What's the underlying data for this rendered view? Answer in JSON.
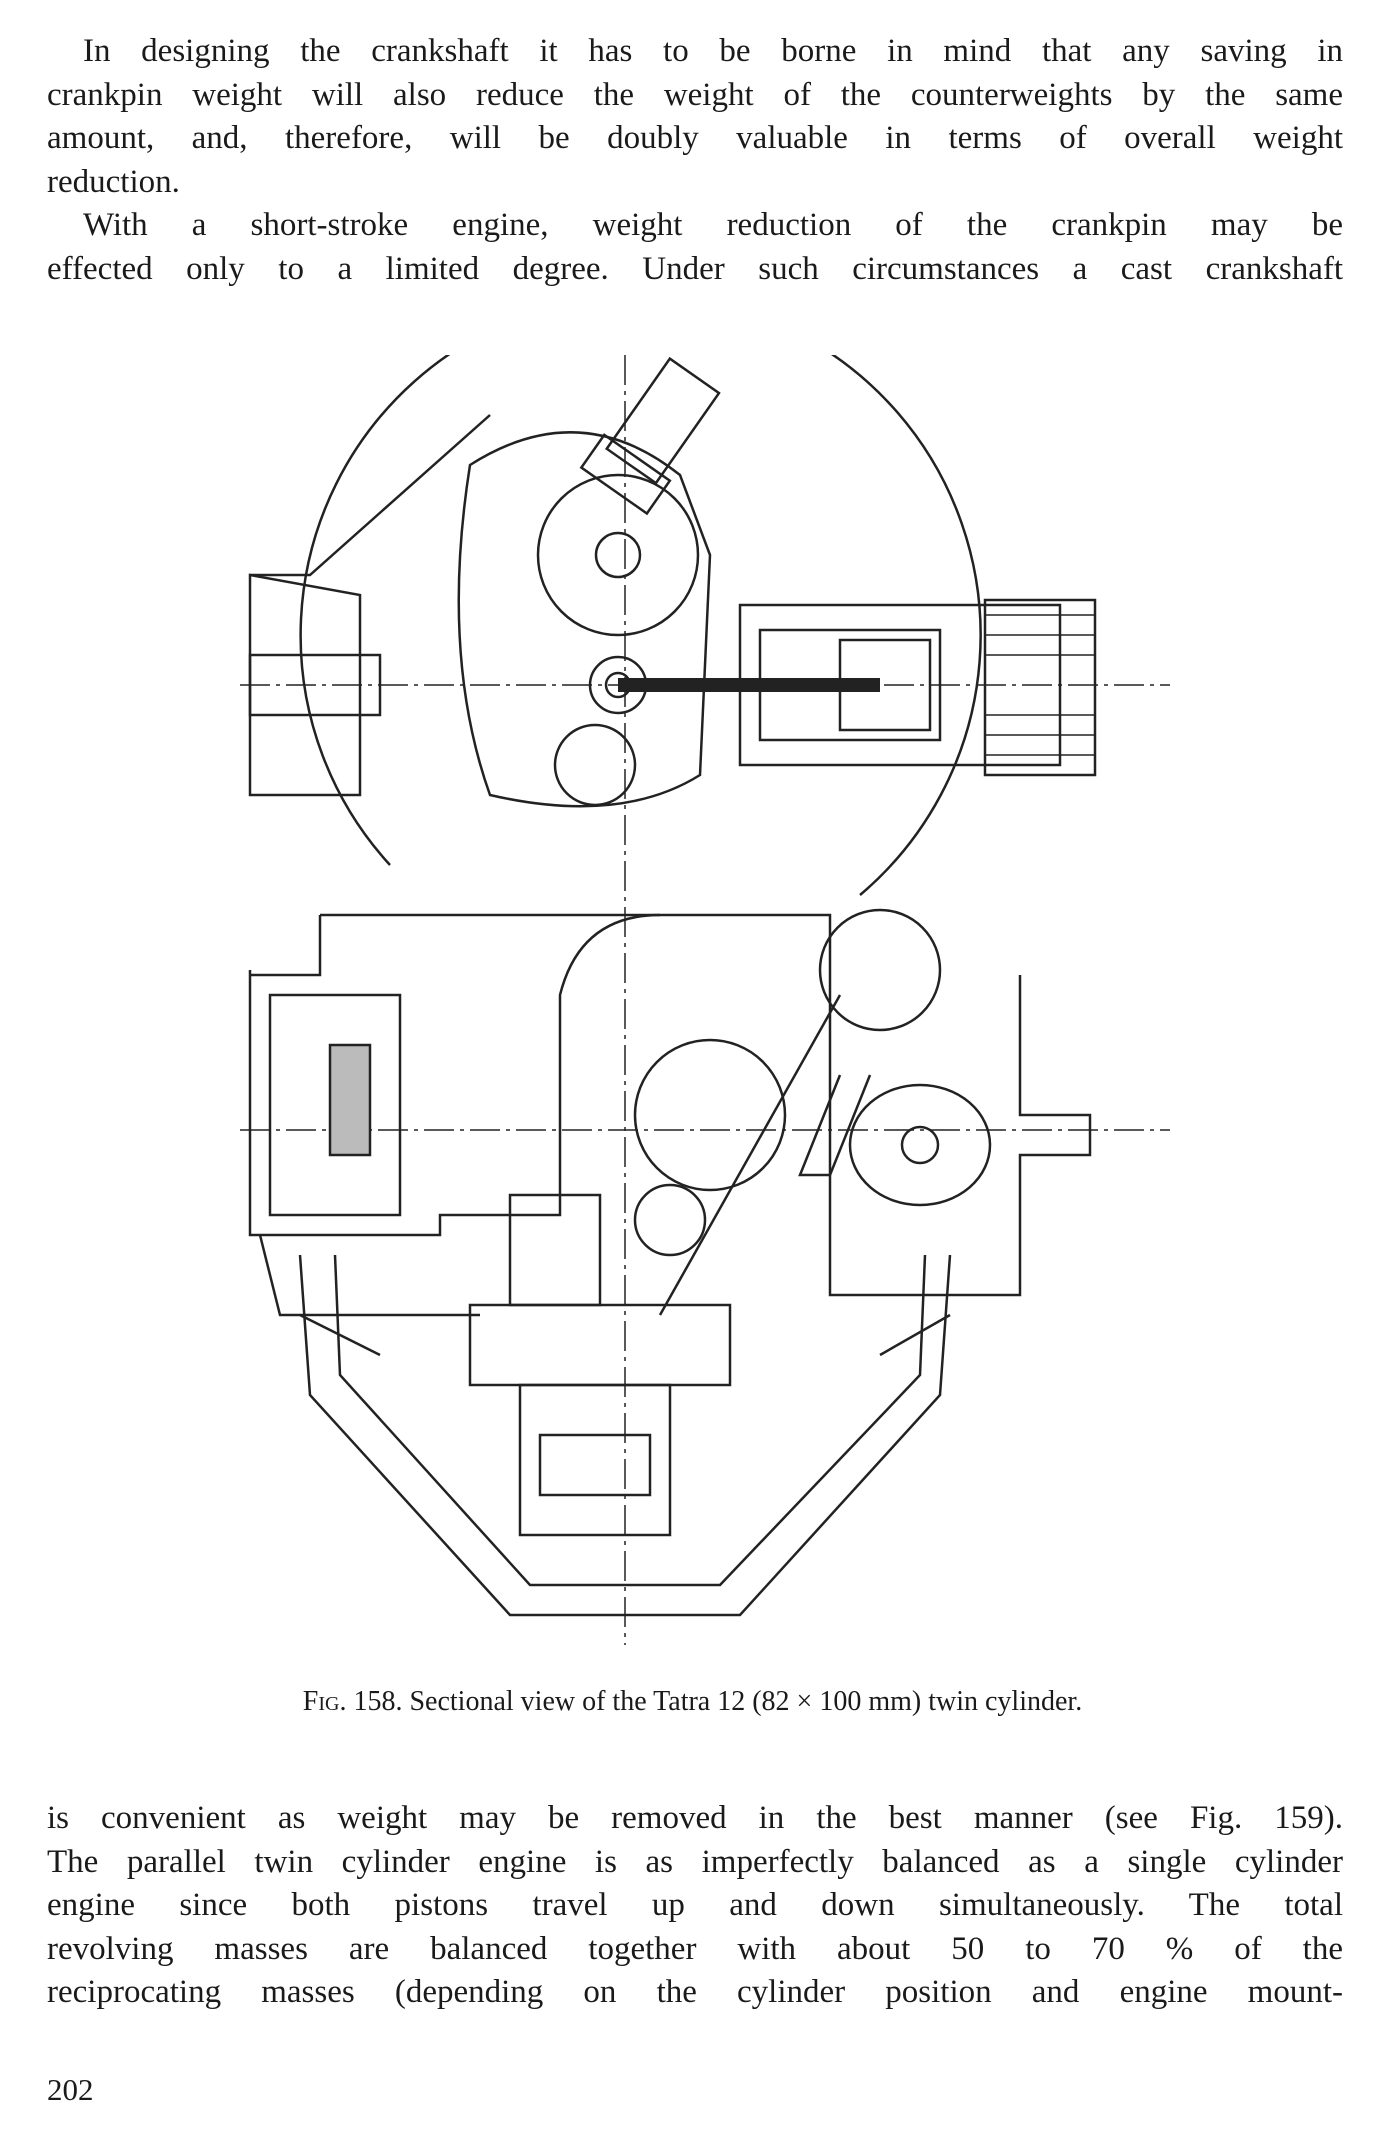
{
  "paragraphs": [
    {
      "lines": [
        "In designing the crankshaft it has to be borne in mind that any saving in",
        "crankpin weight will also reduce the weight of the counterweights by the same",
        "amount, and, therefore, will be doubly valuable in terms of overall weight",
        "reduction."
      ]
    },
    {
      "lines": [
        "With a short-stroke engine, weight reduction of the crankpin may be",
        "effected only to a limited degree. Under such circumstances a cast crankshaft"
      ]
    },
    {
      "lines": [
        "is convenient as weight may be removed in the best manner (see Fig. 159).",
        "The parallel twin cylinder engine is as imperfectly balanced as a single cylinder",
        "engine since both pistons travel up and down simultaneously. The total",
        "revolving masses are balanced together with about 50 to 70 % of the",
        "reciprocating masses (depending on the cylinder position and engine mount-"
      ]
    }
  ],
  "figure": {
    "label": "Fig.",
    "caption": " 158. Sectional view of the Tatra 12 (82 × 100 mm) twin cylinder."
  },
  "page_number": "202"
}
